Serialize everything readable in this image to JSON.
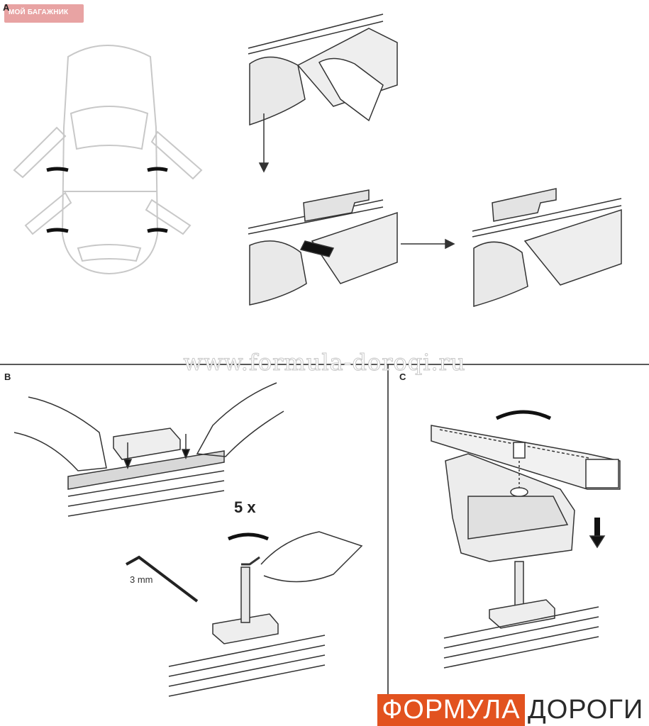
{
  "badge": {
    "text": "МОЙ БАГАЖНИК"
  },
  "sections": {
    "a": "A",
    "b": "B",
    "c": "C"
  },
  "watermark": "www.formula-doroqi.ru",
  "step_b": {
    "repeat": "5 x",
    "tool_size": "3 mm"
  },
  "logo": {
    "part1": "ФОРМУЛА",
    "part2": "ДОРОГИ"
  },
  "colors": {
    "logo_accent": "#e2521f",
    "badge_bg": "#e8a3a3",
    "line": "#222222",
    "light_line": "#bfbfbf"
  }
}
